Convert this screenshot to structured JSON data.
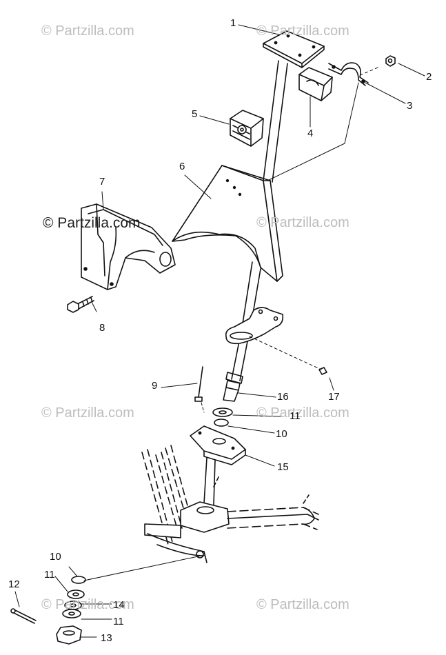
{
  "watermark": "© Partzilla.com",
  "callouts": [
    "1",
    "2",
    "3",
    "4",
    "5",
    "6",
    "7",
    "8",
    "9",
    "10",
    "10",
    "11",
    "11",
    "11",
    "11",
    "12",
    "13",
    "14",
    "15",
    "16",
    "17"
  ],
  "colors": {
    "ink": "#111111",
    "watermark": "#bdbdbd",
    "background": "#ffffff"
  }
}
